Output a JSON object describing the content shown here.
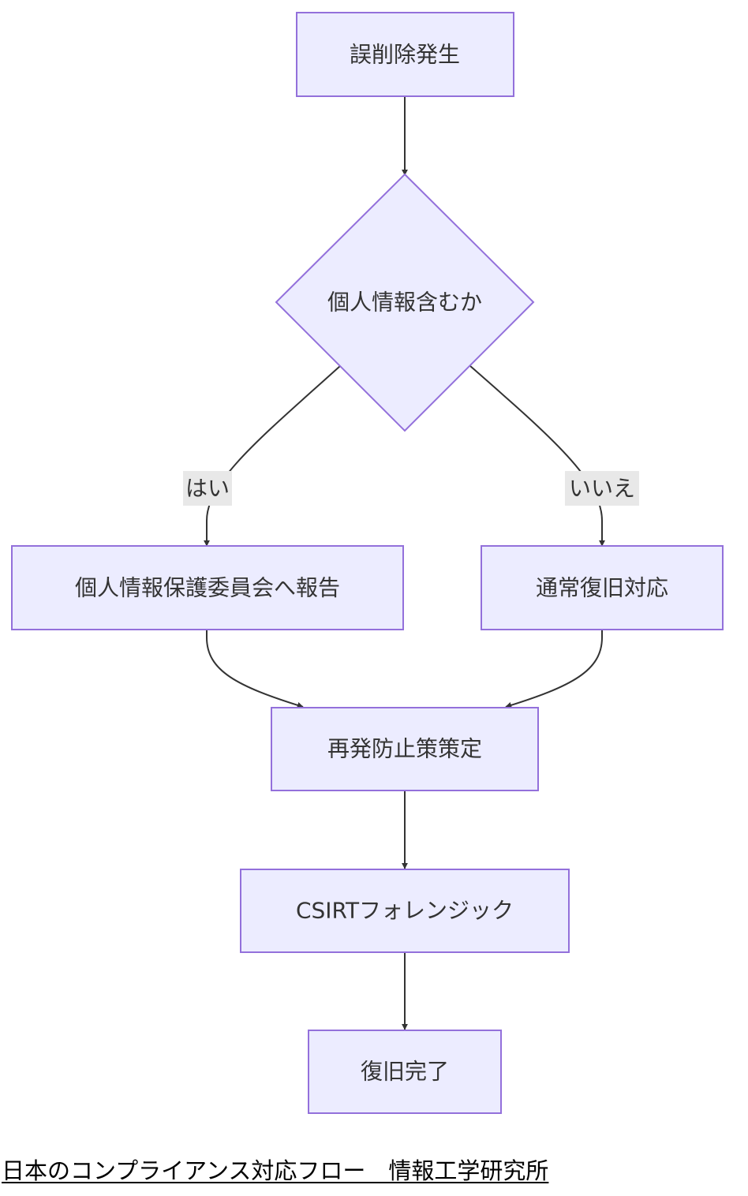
{
  "nodes": {
    "start": "誤削除発生",
    "decision": "個人情報含むか",
    "yes_branch": "個人情報保護委員会へ報告",
    "no_branch": "通常復旧対応",
    "prevention": "再発防止策策定",
    "forensics": "CSIRTフォレンジック",
    "end": "復旧完了"
  },
  "edges": {
    "yes_label": "はい",
    "no_label": "いいえ"
  },
  "caption": "日本のコンプライアンス対応フロー　情報工学研究所",
  "colors": {
    "node_fill": "#ececff",
    "node_stroke": "#9370db",
    "edge": "#333333",
    "label_bg": "#e8e8e8",
    "text": "#333333"
  }
}
